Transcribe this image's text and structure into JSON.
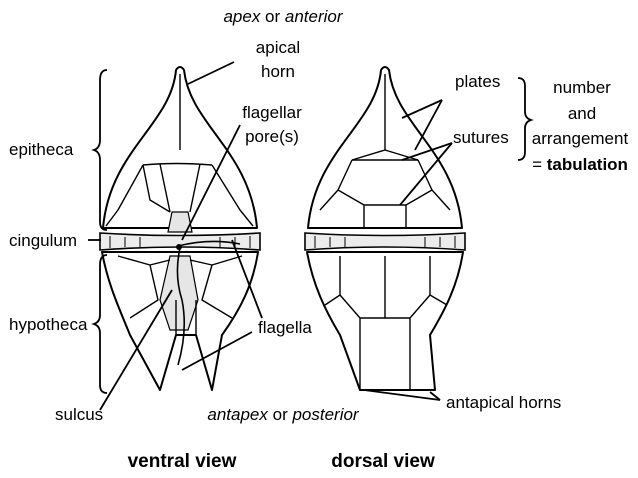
{
  "orientation": {
    "top": {
      "word1": "apex",
      "mid": " or ",
      "word2": "anterior"
    },
    "bottom": {
      "word1": "antapex",
      "mid": " or ",
      "word2": "posterior"
    }
  },
  "labels": {
    "apical_horn": [
      "apical",
      "horn"
    ],
    "flagellar_pore": [
      "flagellar",
      "pore(s)"
    ],
    "epitheca": "epitheca",
    "cingulum": "cingulum",
    "hypotheca": "hypotheca",
    "flagella": "flagella",
    "sulcus": "sulcus",
    "plates": "plates",
    "sutures": "sutures",
    "antapical_horns": "antapical horns"
  },
  "tabulation_note": {
    "line1": "number",
    "line2": "and",
    "line3": "arrangement",
    "eq": "= ",
    "term": "tabulation"
  },
  "views": {
    "ventral": "ventral view",
    "dorsal": "dorsal view"
  }
}
